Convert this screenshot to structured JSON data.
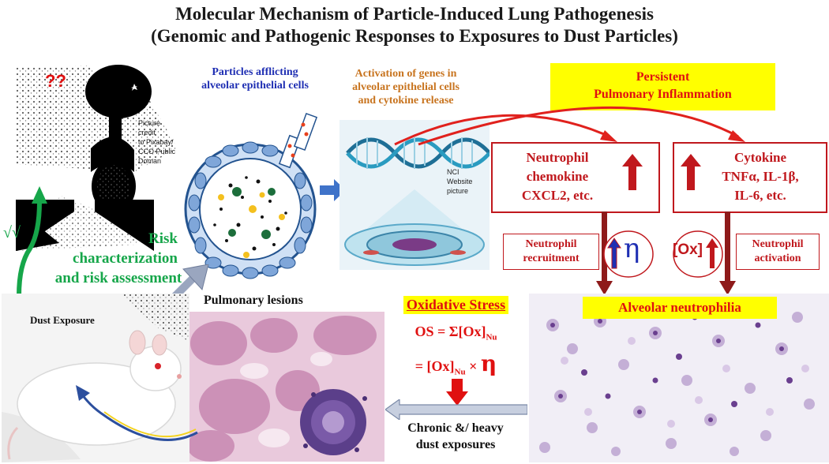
{
  "title": {
    "line1": "Molecular Mechanism of Particle-Induced Lung Pathogenesis",
    "line2": "(Genomic and Pathogenic Responses to Exposures to Dust Particles)"
  },
  "labels": {
    "particles": [
      "Particles afflicting",
      "alveolar epithelial cells"
    ],
    "activation": [
      "Activation of genes in",
      "alveolar epithelial cells",
      "and cytokine release"
    ],
    "persistent": [
      "Persistent",
      "Pulmonary Inflammation"
    ],
    "neutrophil_chemokine": [
      "Neutrophil",
      "chemokine",
      "CXCL2, etc."
    ],
    "cytokine": [
      "Cytokine",
      "TNFα, IL-1β,",
      "IL-6, etc."
    ],
    "recruitment": [
      "Neutrophil",
      "recruitment"
    ],
    "activation_box": [
      "Neutrophil",
      "activation"
    ],
    "eta": "η",
    "ox": "[Ox]",
    "alveolar_neutrophilia": "Alveolar neutrophilia",
    "risk": [
      "Risk",
      "characterization",
      "and risk assessment"
    ],
    "check": "√√",
    "dust_exposure": "Dust Exposure",
    "pulmonary_lesions": "Pulmonary lesions",
    "oxidative_stress": "Oxidative Stress",
    "os_line1": "OS = Σ[Ox]",
    "os_sub1": "Nu",
    "os_line2a": "= [Ox]",
    "os_sub2": "Nu",
    "os_line2b": " × ",
    "os_eta": "η",
    "chronic": [
      "Chronic &/ heavy",
      "dust exposures"
    ],
    "qmarks": "??"
  },
  "credits": {
    "pixabay": [
      "Picture",
      "credit",
      "to Pixabay/",
      "CCO Public",
      "Doman"
    ],
    "nci": [
      "NCI",
      "Website",
      "picture"
    ]
  },
  "colors": {
    "red": "#c0181d",
    "bright_red": "#e01010",
    "yellow": "#ffff00",
    "green": "#16a64a",
    "blue": "#1f2fb3",
    "orange": "#c8741f"
  }
}
